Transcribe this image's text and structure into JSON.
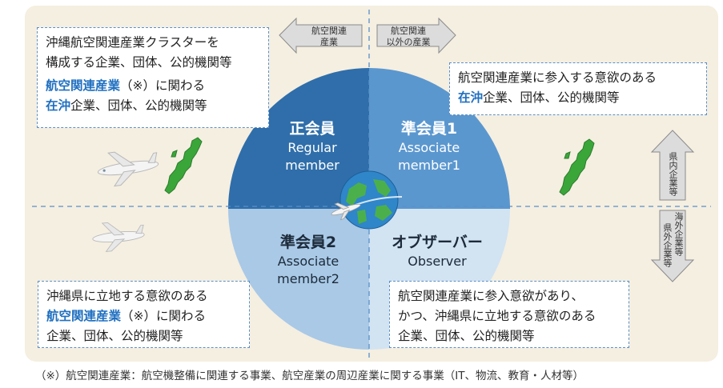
{
  "top_left_box": {
    "line1": "沖縄航空関連産業クラスターを",
    "line2": "構成する企業、団体、公的機関等",
    "line3_hl": "航空関連産業",
    "line3_rest": "（※）に関わる",
    "line4_hl": "在沖",
    "line4_rest": "企業、団体、公的機関等"
  },
  "top_right_box": {
    "line1": "航空関連産業に参入する意欲のある",
    "line2_hl": "在沖",
    "line2_rest": "企業、団体、公的機関等"
  },
  "bottom_left_box": {
    "line1": "沖縄県に立地する意欲のある",
    "line2_hl": "航空関連産業",
    "line2_rest": "（※）に関わる",
    "line3": "企業、団体、公的機関等"
  },
  "bottom_right_box": {
    "line1": "航空関連産業に参入意欲があり、",
    "line2": "かつ、沖縄県に立地する意欲のある",
    "line3": "企業、団体、公的機関等"
  },
  "quadrants": {
    "regular": {
      "jp": "正会員",
      "en1": "Regular",
      "en2": "member"
    },
    "associate1": {
      "jp": "準会員1",
      "en1": "Associate",
      "en2": "member1"
    },
    "associate2": {
      "jp": "準会員2",
      "en1": "Associate",
      "en2": "member2"
    },
    "observer": {
      "jp": "オブザーバー",
      "en1": "Observer",
      "en2": ""
    }
  },
  "arrows": {
    "left_l1": "航空関連",
    "left_l2": "産業",
    "right_l1": "航空関連",
    "right_l2": "以外の産業",
    "up_v": "県内企業等",
    "down_col1": "海外企業等",
    "down_col2": "県外企業等"
  },
  "colors": {
    "regular": "#2f6eaa",
    "associate1": "#5b97cf",
    "associate2": "#a9c9e6",
    "observer": "#d2e3f2",
    "highlight": "#1f6fc0",
    "background": "#f5efe1"
  },
  "footnote": "（※）航空関連産業：航空機整備に関連する事業、航空産業の周辺産業に関する事業（IT、物流、教育・人材等）"
}
